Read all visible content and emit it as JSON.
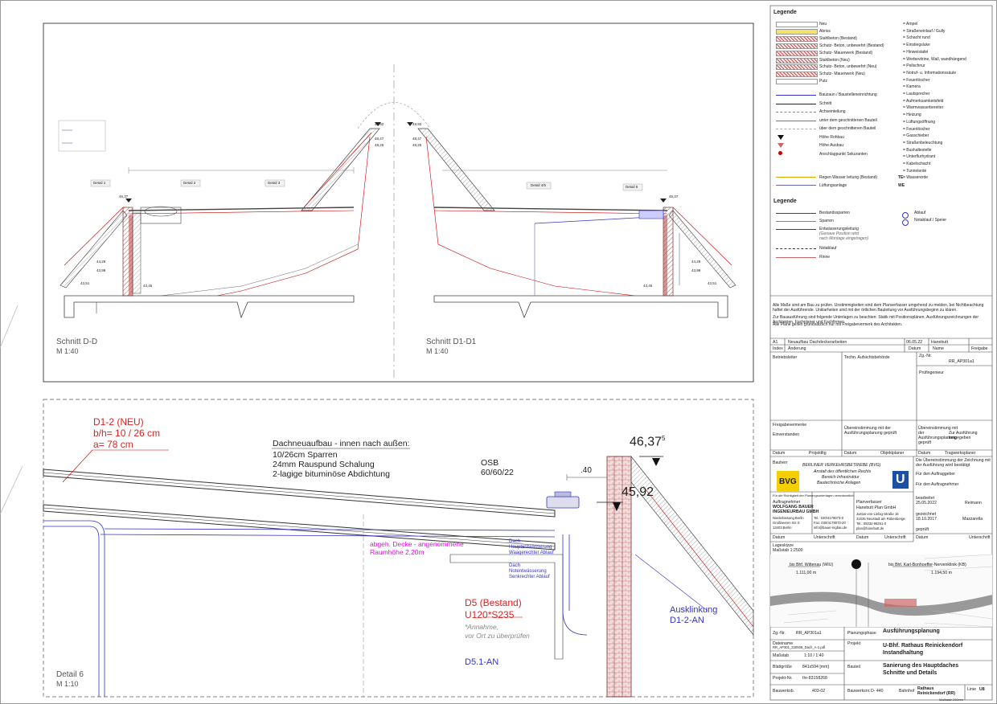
{
  "views": {
    "section_dd": {
      "title": "Schnitt D-D",
      "scale": "M 1:40"
    },
    "section_d1d1": {
      "title": "Schnitt D1-D1",
      "scale": "M 1:40"
    },
    "detail6": {
      "title": "Detail 6",
      "scale": "M 1:10"
    }
  },
  "section_labels": {
    "detail1": "Detail 1",
    "detail2": "Detail 2",
    "detail3": "Detail 3",
    "detail45": "Detail 4/5",
    "detail6": "Detail 6",
    "levels": [
      "48,92",
      "48,47",
      "48,25",
      "46,37",
      "44,29",
      "43,99",
      "43,51",
      "43,45"
    ]
  },
  "detail": {
    "rafter_title": "D1-2 (NEU)",
    "rafter_bh": "b/h= 10 / 26 cm",
    "rafter_a": "a= 78 cm",
    "build_up_title": "Dachneuaufbau - innen nach außen:",
    "build_up_lines": [
      "10/26cm Sparren",
      "24mm Rauspund Schalung",
      "2-lagige bituminöse Abdichtung"
    ],
    "osb_title": "OSB",
    "osb_dims": "60/60/22",
    "dim_40": ".40",
    "level_top": "46,37",
    "level_top_sup": "5",
    "level_mid": "45,92",
    "ceiling_note_1": "abgeh. Decke - angenommene",
    "ceiling_note_2": "Raumhöhe 2,20m",
    "drain_main_1": "Dach",
    "drain_main_2": "Hauptentwässerung",
    "drain_main_3": "Waagerechter Ablauf",
    "drain_emerg_1": "Dach",
    "drain_emerg_2": "Notentwässerung",
    "drain_emerg_3": "Senkrechter Ablauf",
    "beam_title": "D5 (Bestand)",
    "beam_profile": "U120*S235",
    "assumption_1": "*Annahme,",
    "assumption_2": "vor Ort zu überprüfen",
    "notch_1": "Ausklinkung",
    "notch_2": "D1-2-AN",
    "cut_label": "D5.1-AN"
  },
  "legend": {
    "title": "Legende",
    "materials": [
      "Neu",
      "Abriss",
      "Stahlbeton (Bestand)",
      "Schutz- Beton, unbewehrt (Bestand)",
      "Schutz- Mauerwerk (Bestand)",
      "Stahlbeton (Neu)",
      "Schutz- Beton, unbewehrt (Neu)",
      "Schutz- Mauerwerk (Neu)",
      "Putz"
    ],
    "lines": [
      "Bauzaun / Baustelleneinrichtung",
      "Schnitt",
      "Achseinteilung",
      "unter dem geschnittenen Bauteil",
      "über dem geschnittenen Bauteil",
      "Höhe Rohbau",
      "Höhe Ausbau",
      "Anschlagpunkt Sekuranten"
    ],
    "pipes": [
      "Regen Wasser leitung (Bestand)",
      "Lüftungsanlage"
    ],
    "symbols": [
      "= Ampel",
      "= Straßeneinlauf / Gully",
      "= Schacht rund",
      "= Einstiegsluke",
      "= Hinweistafel",
      "= Werbevitrine, Wall, wandhängend",
      "= Peilschnur",
      "= Notruf- u. Informationssäule",
      "= Feuerlöscher",
      "= Kamera",
      "= Lautsprecher",
      "= Aufmerksamkeitsfeld",
      "= Warmwasserbereiter",
      "= Heizung",
      "= Lüftungsöffnung",
      "= Feuerlöscher",
      "= Gasschieber",
      "= Straßenbeleuchtung",
      "= Bushaltestelle",
      "= Unterflurhydrant",
      "= Kabelschacht",
      "= Tunnelerde",
      "= Wassererde"
    ],
    "symbol_codes": [
      "TE",
      "WE"
    ],
    "title2": "Legende",
    "roof": [
      "Bestandssparren",
      "Sparren",
      "Entwässerungsleitung",
      "(Genaue Position wird",
      "nach Montage eingetragen)",
      "Notablauf",
      "Rinne"
    ],
    "roof_symbols": [
      "Ablauf",
      "Notablauf / Speier"
    ]
  },
  "notes": {
    "line1": "Alle Maße sind am Bau zu prüfen. Unstimmigkeiten sind dem Planverfasser umgehend zu melden, bei Nichtbeachtung haftet der Ausführende. Unklarheiten sind mit der örtlichen Bauleitung vor Ausführungsbeginn zu klären.",
    "line2": "Zur Bauausführung sind folgende Unterlagen zu beachten: Statik mit Positionsplänen, Ausführungszeichnungen der Architekten, Fachplaner und Fachfirmen.",
    "line3": "Alle Pläne gelten grundsätzlich nur mit Freigabevermerk des Architekten."
  },
  "revision": {
    "index": "A1",
    "change": "Neuaufbau Dachdeckerarbeiten",
    "date": "06.05.22",
    "name": "Hanebutt",
    "h_index": "Index",
    "h_change": "Änderung",
    "h_date": "Datum",
    "h_name": "Name",
    "h_release": "Freigabe"
  },
  "titleblock": {
    "operator": "Betriebsleiter",
    "authority": "Techn. Aufsichtsbehörde",
    "drawing_no_label": "Zg.-Nr.",
    "drawing_no": "RR_AP301a1",
    "check_engineer": "Prüfingenieur",
    "release_note": "Freigabevermerke",
    "agree": "Einverstanden",
    "compliance1": "Übereinstimmung mit der Ausführungsplanung geprüft",
    "compliance2": "Übereinstimmung mit der Ausführungsplanung geprüft",
    "release_exec": "Zur Ausführung freigegeben",
    "date": "Datum",
    "project_mgr": "Projektltg",
    "object_planner": "Objektplaner",
    "structure_planner": "Tragwerksplaner",
    "builder_label": "Bauherr",
    "builder": "BERLINER VERKEHRSBETRIEBE (BVG)",
    "builder_sub1": "Anstalt des öffentlichen Rechts",
    "builder_sub2": "Bereich Infrastruktur",
    "builder_sub3": "Bautechnische Anlagen",
    "bvg_logo": "BVG",
    "u_logo": "U",
    "confirm_note": "Die Übereinstimmung der Zeichnung mit der Ausführung wird bestätigt",
    "for_client": "Für den Auftraggeber",
    "for_contractor": "Für den Auftragnehmer",
    "responsibility": "Für die Richtigkeit der Planungsunterlagen verantwortlich",
    "contractor_label": "Auftragnehmer",
    "contractor_name": "WOLFGANG BAUER INGENIEURBAU GMBH",
    "contractor_branch": "Niederlassung Berlin",
    "contractor_street": "Großbeeren Str. 8",
    "contractor_city": "13403 Berlin",
    "contractor_tel": "Tel.: 030/4178073-0",
    "contractor_fax": "Fax: 030/4178073-20",
    "contractor_mail": "info@bauer-ingbau.de",
    "planner_label": "Planverfasser",
    "planner_name": "Hanebutt Plan GmbH",
    "planner_street": "Justus-von-Liebig-Straße 16",
    "planner_city": "31535 Neustadt am Rübenberge",
    "planner_tel": "Tel.: 05032 96251-0",
    "planner_mail": "plan@hanebutt.de",
    "edited_label": "bearbeitet",
    "edited_date": "25.05.2022",
    "edited_name": "Reimann",
    "drawn_label": "gezeichnet",
    "drawn_date": "18.10.2017",
    "drawn_name": "Mazzarella",
    "checked_label": "geprüft",
    "signature": "Unterschrift",
    "site_sketch": "Lageskizze",
    "site_scale": "Maßstab 1:2500",
    "map_left": "bis Bhf. Wittenau (WIU)",
    "map_left_dist": "1.111,00 m",
    "map_right": "bis Bhf. Karl-Bonhoeffer-Nervenklinik (KB)",
    "map_right_dist": "1.194,50 m",
    "phase_label": "Planungsphase",
    "phase": "Ausführungsplanung",
    "file_label": "Dateiname",
    "file": "RR_AP301_220506_Dach_A-1.pdf",
    "project_label": "Projekt",
    "project_1": "U-Bhf. Rathaus Reinickendorf",
    "project_2": "Instandhaltung",
    "scale_label": "Maßstab",
    "scale": "1:10 / 1:40",
    "sheet_label": "Blattgröße",
    "sheet": "841x594 [mm]",
    "project_no_label": "Projekt-Nr.",
    "project_no": "Ihr-83158268",
    "part_label": "Bauteil",
    "part_1": "Sanierung des Hauptdaches",
    "part_2": "Schnitte und Details",
    "bw_label": "Bauwerksb.",
    "bw": "403-02",
    "bk_label": "Bauwerksnr.",
    "bk": "D- 440",
    "station_label": "Bahnhof",
    "station_1": "Rathaus",
    "station_2": "Reinickendorf (RR)",
    "line_label": "Linie",
    "line": "U8",
    "scale_bar": "Maßstab 100mm"
  }
}
